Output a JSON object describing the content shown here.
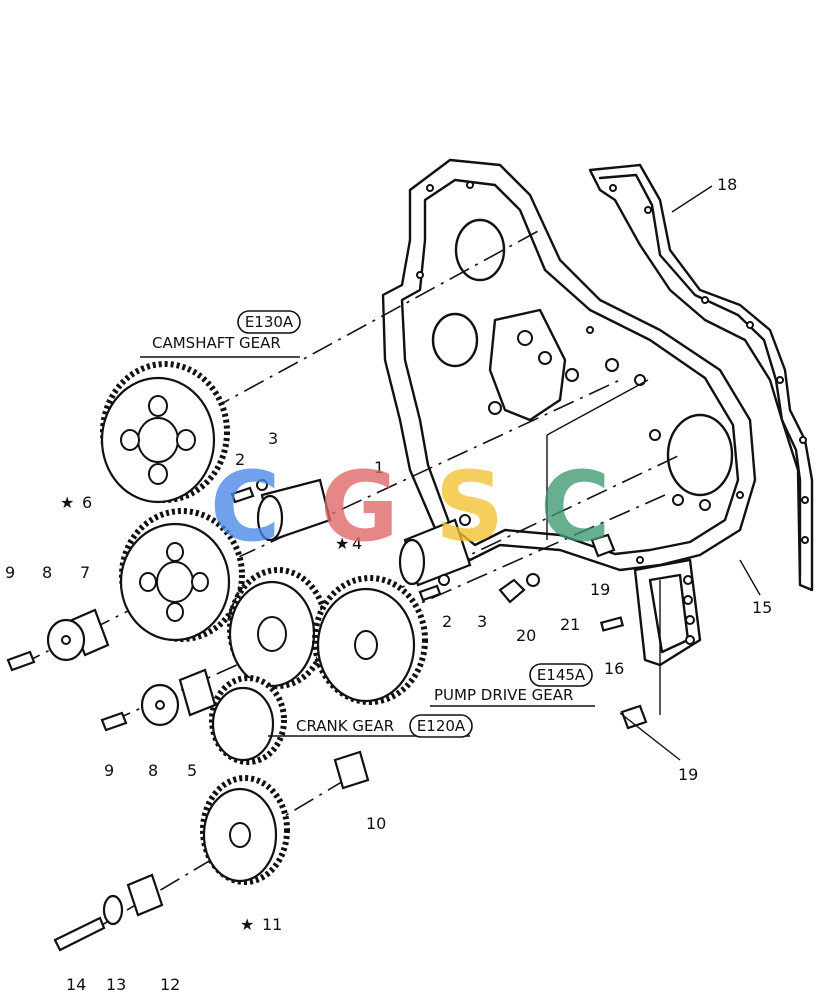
{
  "codes": {
    "camshaft": "E130A",
    "pump": "E145A",
    "crank": "E120A"
  },
  "names": {
    "camshaft": "CAMSHAFT GEAR",
    "pump": "PUMP DRIVE GEAR",
    "crank": "CRANK GEAR"
  },
  "callouts": {
    "c1": "1",
    "c2a": "2",
    "c2b": "2",
    "c3a": "3",
    "c3b": "3",
    "c4": "4",
    "c5": "5",
    "c6": "6",
    "c7": "7",
    "c8a": "8",
    "c8b": "8",
    "c9a": "9",
    "c9b": "9",
    "c10": "10",
    "c11": "11",
    "c12": "12",
    "c13": "13",
    "c14": "14",
    "c15": "15",
    "c16": "16",
    "c18": "18",
    "c19a": "19",
    "c19b": "19",
    "c20": "20",
    "c21": "21"
  },
  "star": "★",
  "watermark": {
    "letters": [
      "C",
      "G",
      "S",
      "C"
    ],
    "colors": [
      "#4a86e8",
      "#e06666",
      "#f1c232",
      "#3d9970"
    ]
  }
}
